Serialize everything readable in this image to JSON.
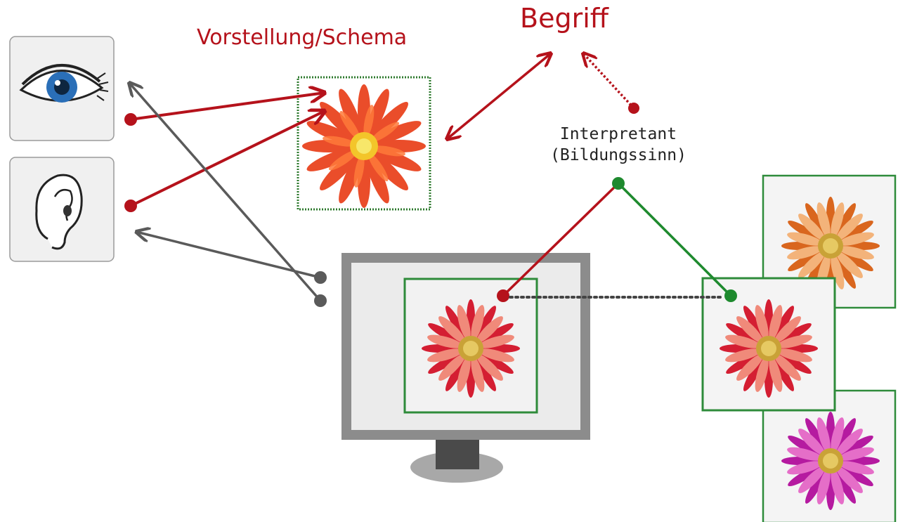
{
  "labels": {
    "begriff": "Begriff",
    "vorstellung": "Vorstellung/Schema",
    "interpretant_line1": "Interpretant",
    "interpretant_line2": "(Bildungssinn)"
  },
  "icons": {
    "eye": "eye-icon",
    "ear": "ear-icon",
    "monitor": "monitor-icon",
    "flower": "flower-icon"
  },
  "colors": {
    "red": "#b5121b",
    "green": "#1e8a2e",
    "gray": "#5a5a5a",
    "frame_green": "#2e8b3a"
  }
}
